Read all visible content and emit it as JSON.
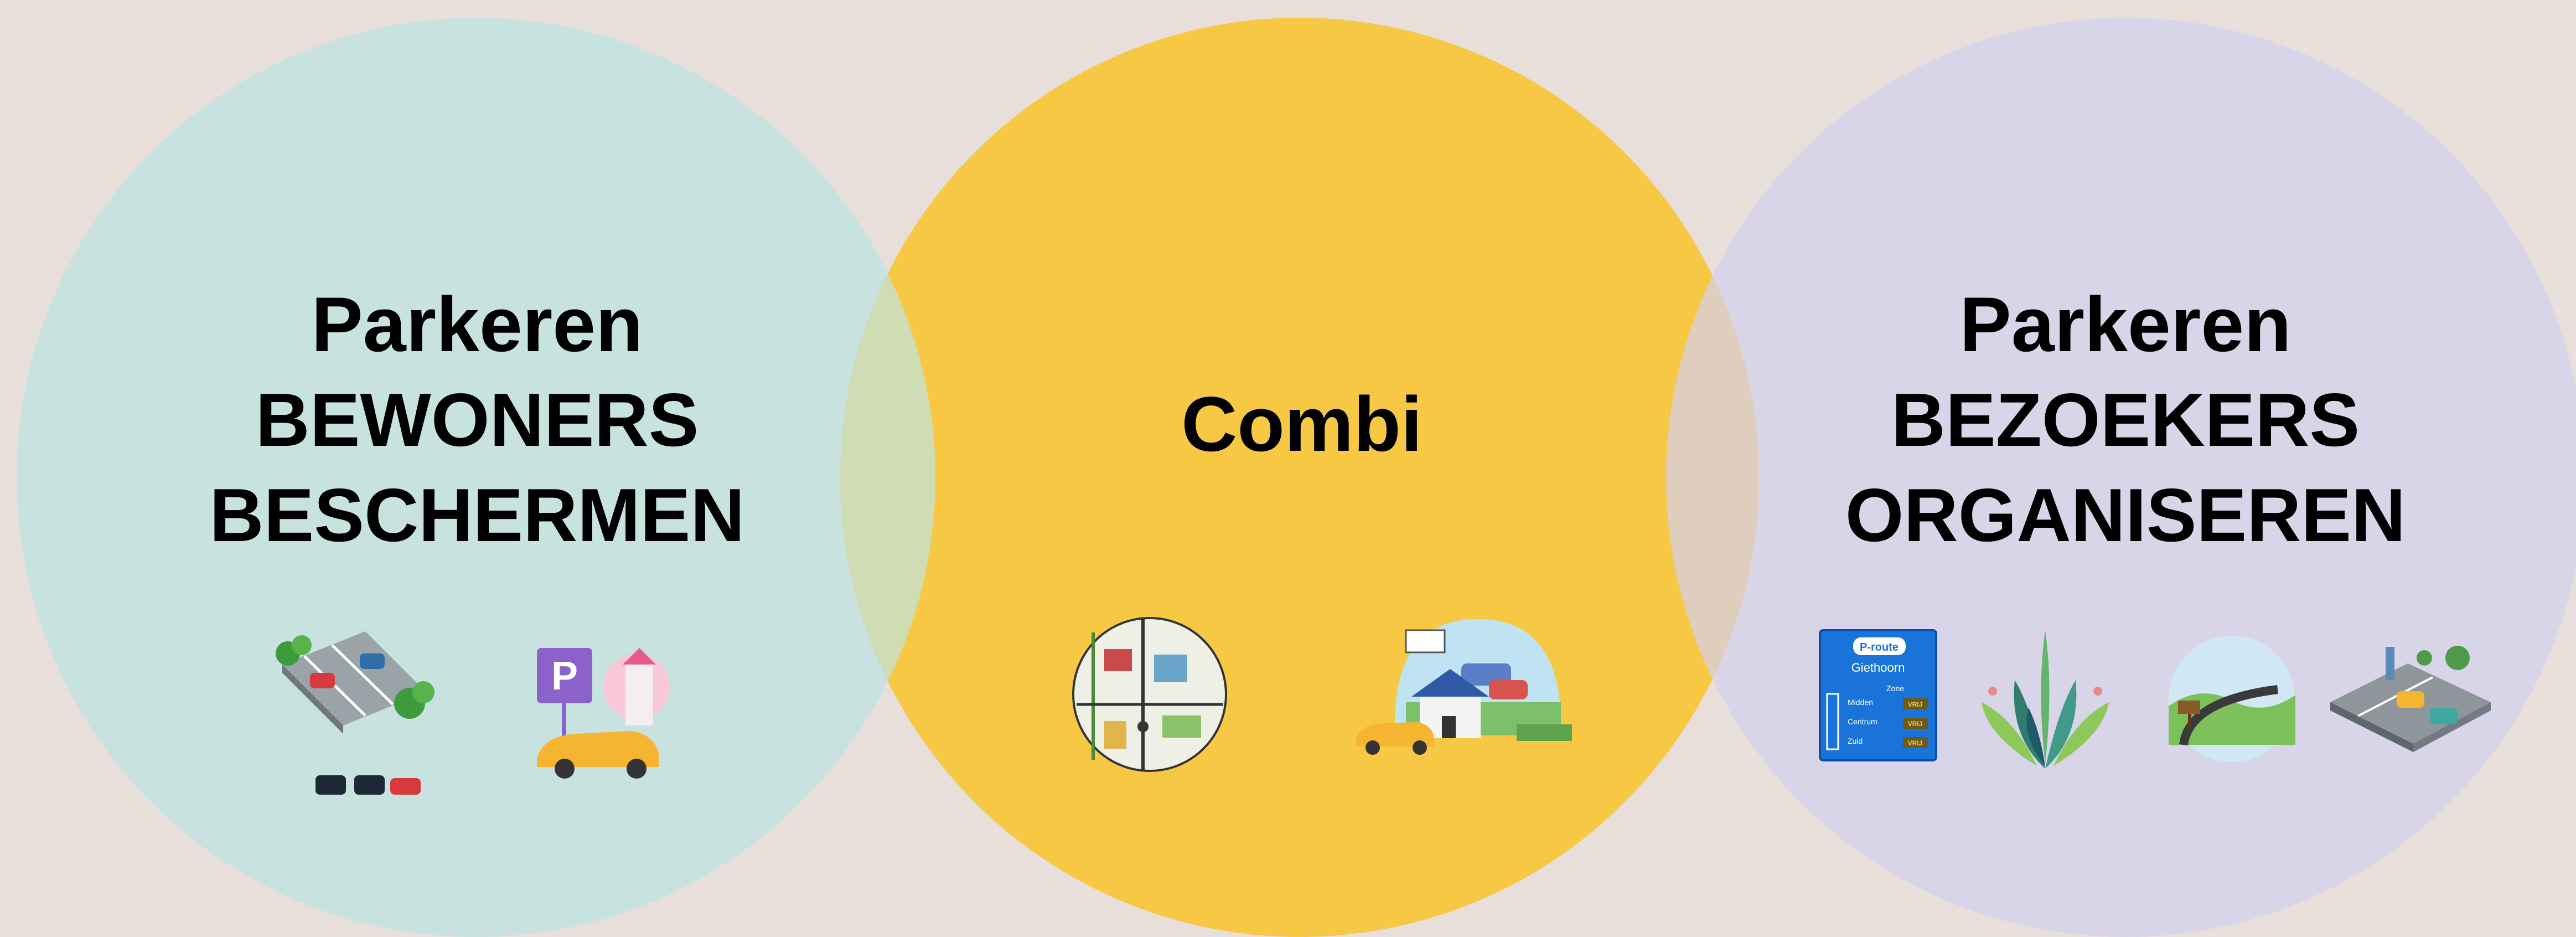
{
  "colors": {
    "background": "#e8dfdb",
    "left_circle": "#a9dbd6",
    "center_circle": "#f6c443",
    "right_circle": "#cbc8ee",
    "overlap_left": "#cfdcb4",
    "overlap_right": "#ddcdbf"
  },
  "left": {
    "line1": "Parkeren",
    "line2": "BEWONERS",
    "line3": "BESCHERMEN",
    "icons": [
      "parking-lot-icon",
      "parking-sign-car-icon"
    ]
  },
  "center": {
    "title": "Combi",
    "icons": [
      "map-icon",
      "house-parking-icon"
    ]
  },
  "right": {
    "line1": "Parkeren",
    "line2": "BEZOEKERS",
    "line3": "ORGANISEREN",
    "icons": [
      "route-sign-icon",
      "plants-icon",
      "road-landscape-icon",
      "parking-area-icon"
    ],
    "sign": {
      "brand": "P-route",
      "place": "Giethoorn",
      "row1": "Zone",
      "row2": "Midden",
      "row3": "Centrum",
      "row4": "Zuid",
      "status": "VRIJ"
    }
  }
}
